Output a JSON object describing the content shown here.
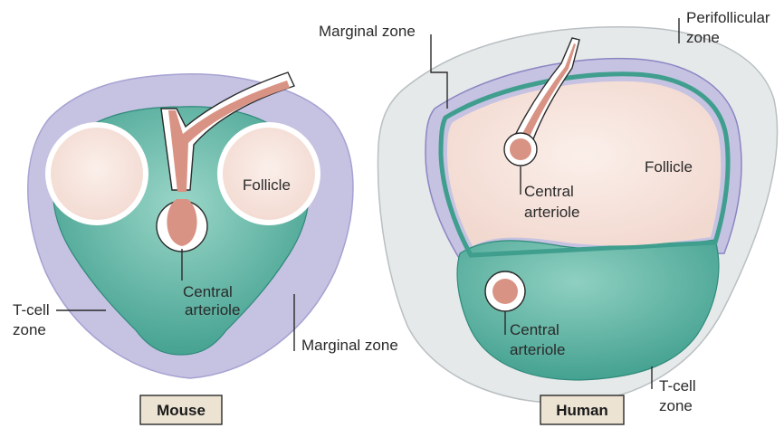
{
  "colors": {
    "marginal_zone": "#c5c2e2",
    "marginal_edge": "#8b86c2",
    "t_cell_zone": "#3f9e8d",
    "t_cell_light": "#9ad6c8",
    "follicle": "#f8e6e0",
    "follicle_edge": "#efd0c6",
    "arteriole": "#d99385",
    "perifollicular": "#e6e9ea",
    "outline": "#2a2a2a"
  },
  "mouse": {
    "tag": "Mouse",
    "labels": {
      "follicle": "Follicle",
      "central_arteriole_1": "Central",
      "central_arteriole_2": "arteriole",
      "t_cell_zone_1": "T-cell",
      "t_cell_zone_2": "zone",
      "marginal_zone": "Marginal zone"
    }
  },
  "human": {
    "tag": "Human",
    "labels": {
      "marginal_zone": "Marginal zone",
      "perifollicular_1": "Perifollicular",
      "perifollicular_2": "zone",
      "follicle": "Follicle",
      "central_arteriole_top_1": "Central",
      "central_arteriole_top_2": "arteriole",
      "central_arteriole_bottom_1": "Central",
      "central_arteriole_bottom_2": "arteriole",
      "t_cell_zone_1": "T-cell",
      "t_cell_zone_2": "zone"
    }
  }
}
